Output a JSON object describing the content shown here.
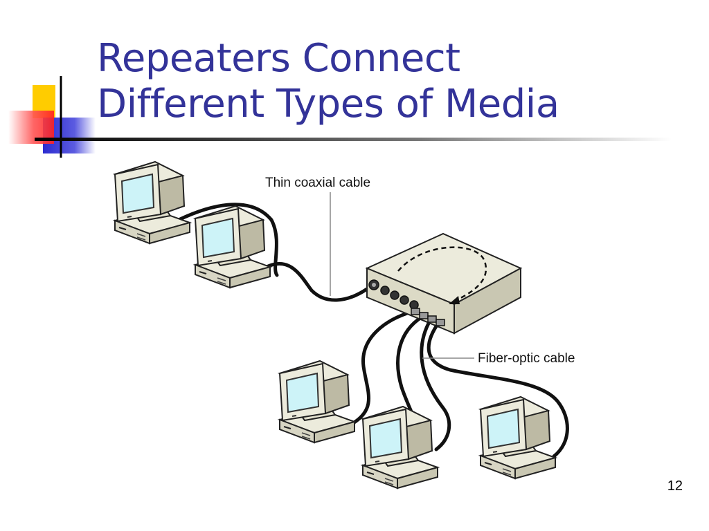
{
  "slide": {
    "title_line1": "Repeaters Connect",
    "title_line2": "Different Types of Media",
    "slide_number": "12"
  },
  "diagram": {
    "labels": {
      "coax": "Thin coaxial cable",
      "fiber": "Fiber-optic cable"
    }
  },
  "colors": {
    "title": "#333399",
    "accent_yellow": "#ffcc00",
    "accent_blue": "#3333cc",
    "accent_red": "#ff3333"
  }
}
